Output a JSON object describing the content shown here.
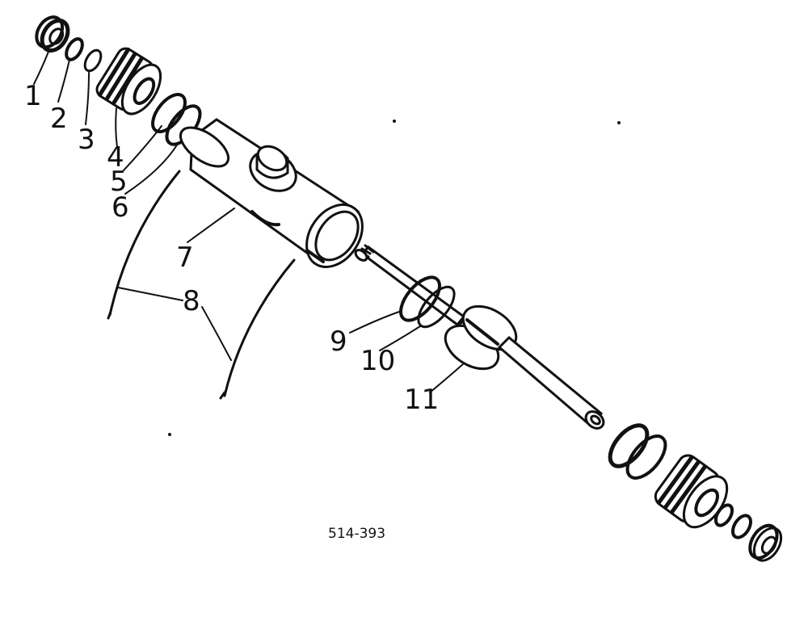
{
  "callouts": [
    "1",
    "2",
    "3",
    "4",
    "5",
    "6",
    "7",
    "8",
    "9",
    "10",
    "11"
  ],
  "figure_code": "514-393",
  "colors": {
    "ink": "#111111",
    "background": "#ffffff"
  }
}
